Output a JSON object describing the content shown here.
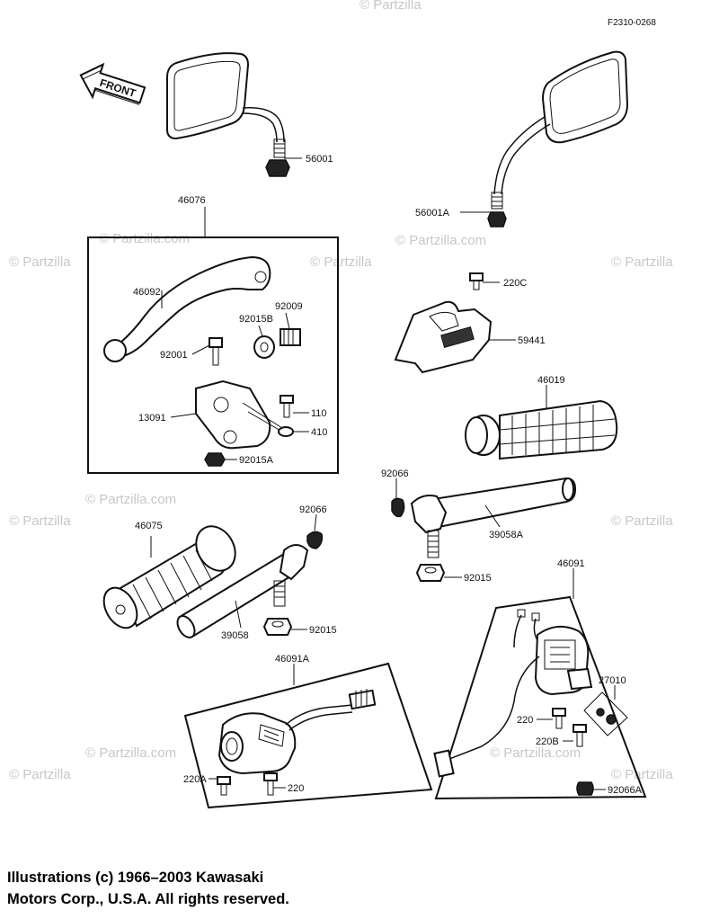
{
  "diagram_code": "F2310-0268",
  "front_label": "FRONT",
  "watermark_text": "© Partzilla",
  "watermark_overlay": "© Partzilla.com",
  "callouts": {
    "p56001": "56001",
    "p56001A": "56001A",
    "p46076": "46076",
    "p46092": "46092",
    "p92009": "92009",
    "p92015B": "92015B",
    "p92001": "92001",
    "p13091": "13091",
    "p110": "110",
    "p410": "410",
    "p92015A": "92015A",
    "p220C": "220C",
    "p59441": "59441",
    "p46019": "46019",
    "p92066_right": "92066",
    "p39058A": "39058A",
    "p92015_right": "92015",
    "p46075": "46075",
    "p92066_left": "92066",
    "p39058": "39058",
    "p92015_left": "92015",
    "p46091": "46091",
    "p27010": "27010",
    "p220_right": "220",
    "p220B": "220B",
    "p92066A": "92066A",
    "p46091A": "46091A",
    "p220A": "220A",
    "p220_left": "220"
  },
  "copyright": {
    "line1": "Illustrations (c) 1966–2003 Kawasaki",
    "line2": "Motors Corp., U.S.A.  All rights reserved."
  }
}
